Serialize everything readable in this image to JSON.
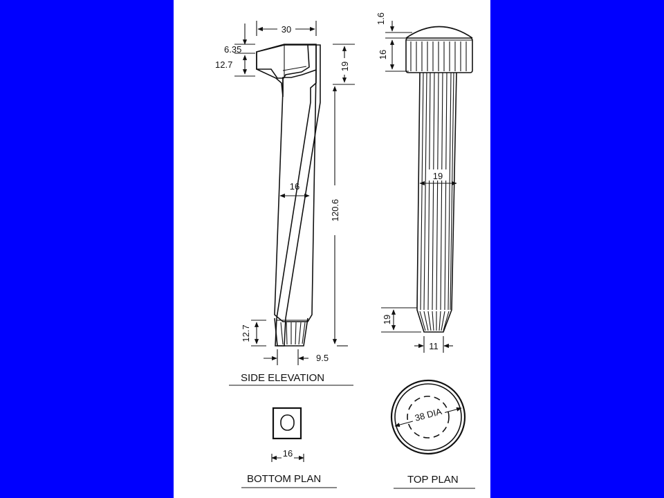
{
  "colors": {
    "background": "#0000ff",
    "sheet": "#ffffff",
    "ink": "#111111"
  },
  "side_elevation": {
    "title": "SIDE ELEVATION",
    "dims": {
      "head_width": "30",
      "top_offset": "6.35",
      "head_depth": "12.7",
      "head_height": "19",
      "shank_length": "120.6",
      "shank_width": "16",
      "tip_length": "12.7",
      "tip_width": "9.5"
    }
  },
  "front_elevation": {
    "dims": {
      "cap_top": "1.6",
      "cap_height": "16",
      "shank_width": "19",
      "tip_length": "19",
      "tip_width": "11"
    }
  },
  "bottom_plan": {
    "title": "BOTTOM PLAN",
    "dims": {
      "width": "16"
    }
  },
  "top_plan": {
    "title": "TOP PLAN",
    "dims": {
      "diameter": "38 DIA"
    }
  }
}
